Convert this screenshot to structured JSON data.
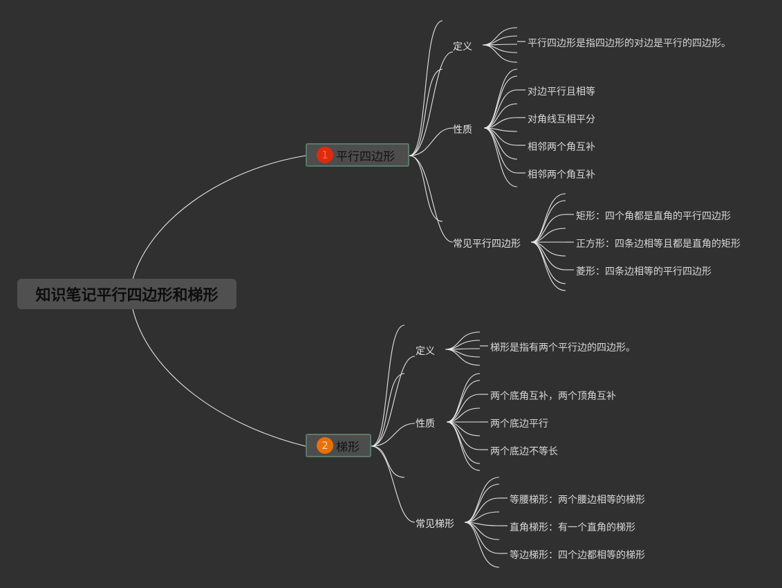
{
  "root": {
    "title": "知识笔记平行四边形和梯形"
  },
  "branches": [
    {
      "badge": "1",
      "title": "平行四边形",
      "children": [
        {
          "label": "定义",
          "leaves": [
            "平行四边形是指四边形的对边是平行的四边形。"
          ]
        },
        {
          "label": "性质",
          "leaves": [
            "对边平行且相等",
            "对角线互相平分",
            "相邻两个角互补",
            "相邻两个角互补"
          ]
        },
        {
          "label": "常见平行四边形",
          "leaves": [
            "矩形：四个角都是直角的平行四边形",
            "正方形：四条边相等且都是直角的矩形",
            "菱形：四条边相等的平行四边形"
          ]
        }
      ]
    },
    {
      "badge": "2",
      "title": "梯形",
      "children": [
        {
          "label": "定义",
          "leaves": [
            "梯形是指有两个平行边的四边形。"
          ]
        },
        {
          "label": "性质",
          "leaves": [
            "两个底角互补，两个顶角互补",
            "两个底边平行",
            "两个底边不等长"
          ]
        },
        {
          "label": "常见梯形",
          "leaves": [
            "等腰梯形：两个腰边相等的梯形",
            "直角梯形：有一个直角的梯形",
            "等边梯形：四个边都相等的梯形"
          ]
        }
      ]
    }
  ],
  "colors": {
    "background": "#303030",
    "line": "#e8e8e8",
    "badge_1": "#e02a10",
    "badge_2": "#e8700a",
    "branch_border": "#5a7a6a"
  }
}
